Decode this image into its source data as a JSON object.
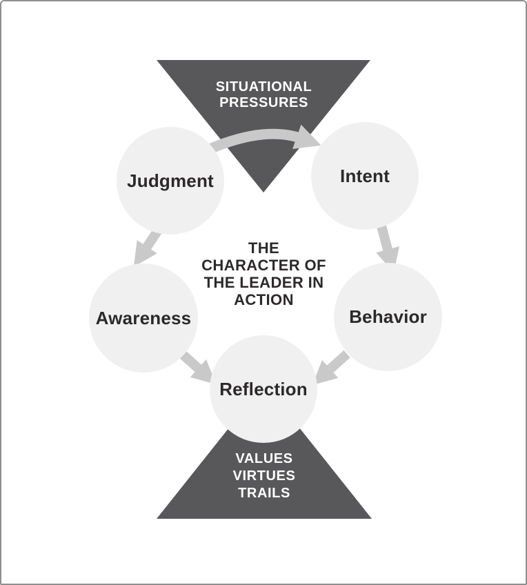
{
  "diagram": {
    "center_title": "THE\nCHARACTER OF\nTHE LEADER IN\nACTION",
    "top_triangle": {
      "label": "SITUATIONAL\nPRESSURES"
    },
    "bottom_triangle": {
      "label": "VALUES\nVIRTUES\nTRAILS"
    },
    "circles": [
      {
        "id": "judgment",
        "label": "Judgment"
      },
      {
        "id": "intent",
        "label": "Intent"
      },
      {
        "id": "awareness",
        "label": "Awareness"
      },
      {
        "id": "behavior",
        "label": "Behavior"
      },
      {
        "id": "reflection",
        "label": "Reflection"
      }
    ],
    "connections": [
      {
        "from": "Judgment",
        "to": "Intent",
        "style": "curved"
      },
      {
        "from": "Judgment",
        "to": "Awareness",
        "style": "straight"
      },
      {
        "from": "Intent",
        "to": "Behavior",
        "style": "straight"
      },
      {
        "from": "Awareness",
        "to": "Reflection",
        "style": "straight"
      },
      {
        "from": "Behavior",
        "to": "Reflection",
        "style": "straight"
      }
    ],
    "colors": {
      "triangle_fill": "#58585a",
      "circle_fill": "#f0f0f1",
      "arrow": "#c9c9c9",
      "text_dark": "#2c292b",
      "text_light": "#ffffff",
      "frame_border": "#8f8f8f",
      "background": "#ffffff"
    }
  }
}
